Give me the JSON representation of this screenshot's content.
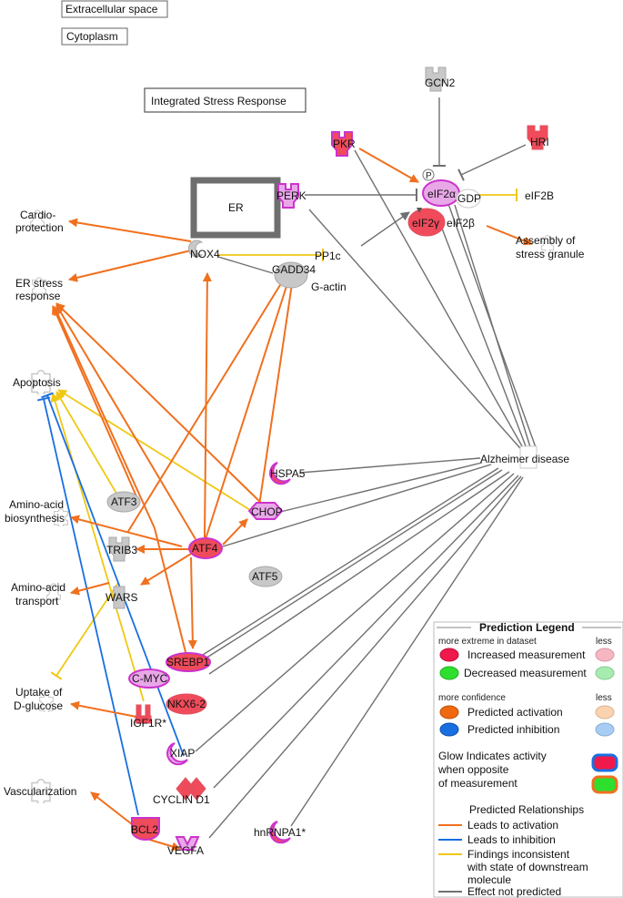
{
  "compartments": {
    "extracellular": "Extracellular space",
    "cytoplasm": "Cytoplasm",
    "pathway_title": "Integrated Stress Response"
  },
  "nodes": {
    "gcn2": "GCN2",
    "pkr": "PKR",
    "hri": "HRI",
    "er": "ER",
    "perk": "PERK",
    "eif2a": "eIF2α",
    "gdp": "GDP",
    "eif2b": "eIF2B",
    "eif2g": "eIF2γ",
    "eif2beta": "eIF2β",
    "nox4": "NOX4",
    "pp1c": "PP1c",
    "gadd34": "GADD34",
    "gactin": "G-actin",
    "hspa5": "HSPA5",
    "chop": "CHOP",
    "atf3": "ATF3",
    "atf4": "ATF4",
    "atf5": "ATF5",
    "trib3": "TRIB3",
    "wars": "WARS",
    "srebp1": "SREBP1",
    "cmyc": "C-MYC",
    "nkx62": "NKX6-2",
    "igf1r": "IGF1R*",
    "xiap": "XIAP",
    "cyclind1": "CYCLIN D1",
    "bcl2": "BCL2",
    "vegfa": "VEGFA",
    "hnrnpa1": "hnRNPA1*",
    "p_badge": "P"
  },
  "functions": {
    "cardio": [
      "Cardio-",
      "protection"
    ],
    "er_stress": [
      "ER stress",
      "response"
    ],
    "apoptosis": "Apoptosis",
    "aa_bio": [
      "Amino-acid",
      "biosynthesis"
    ],
    "aa_trans": [
      "Amino-acid",
      "transport"
    ],
    "uptake": [
      "Uptake of",
      "D-glucose"
    ],
    "vasc": "Vascularization",
    "assembly": [
      "Assembly of",
      "stress granule"
    ],
    "alzheimer": "Alzheimer disease"
  },
  "legend": {
    "title": "Prediction Legend",
    "more_extreme": "more extreme in dataset",
    "less": "less",
    "increased": "Increased measurement",
    "decreased": "Decreased measurement",
    "more_confidence": "more confidence",
    "pred_activation": "Predicted activation",
    "pred_inhibition": "Predicted inhibition",
    "glow": [
      "Glow Indicates activity",
      "when opposite",
      "of measurement"
    ],
    "relationships_title": "Predicted Relationships",
    "leads_activation": "Leads to activation",
    "leads_inhibition": "Leads to inhibition",
    "findings": [
      "Findings inconsistent",
      "with state of downstream",
      "molecule"
    ],
    "effect_not_predicted": "Effect not predicted"
  },
  "colors": {
    "activation": "#f0701e",
    "inhibition": "#1a6fe0",
    "inconsistent": "#f0c814",
    "not_predicted": "#707070",
    "increased_strong": "#f0194b",
    "increased_light": "#f6b6c2",
    "decreased_strong": "#2de02d",
    "decreased_light": "#a6ecb0",
    "activation_strong": "#f0680f",
    "activation_light": "#fbd2b0",
    "inhibition_strong": "#1a6fe0",
    "inhibition_light": "#a8cdf4",
    "node_gray": "#c8c8c8",
    "node_red": "#ef4b5a",
    "glow_magenta": "#cc33cc"
  }
}
